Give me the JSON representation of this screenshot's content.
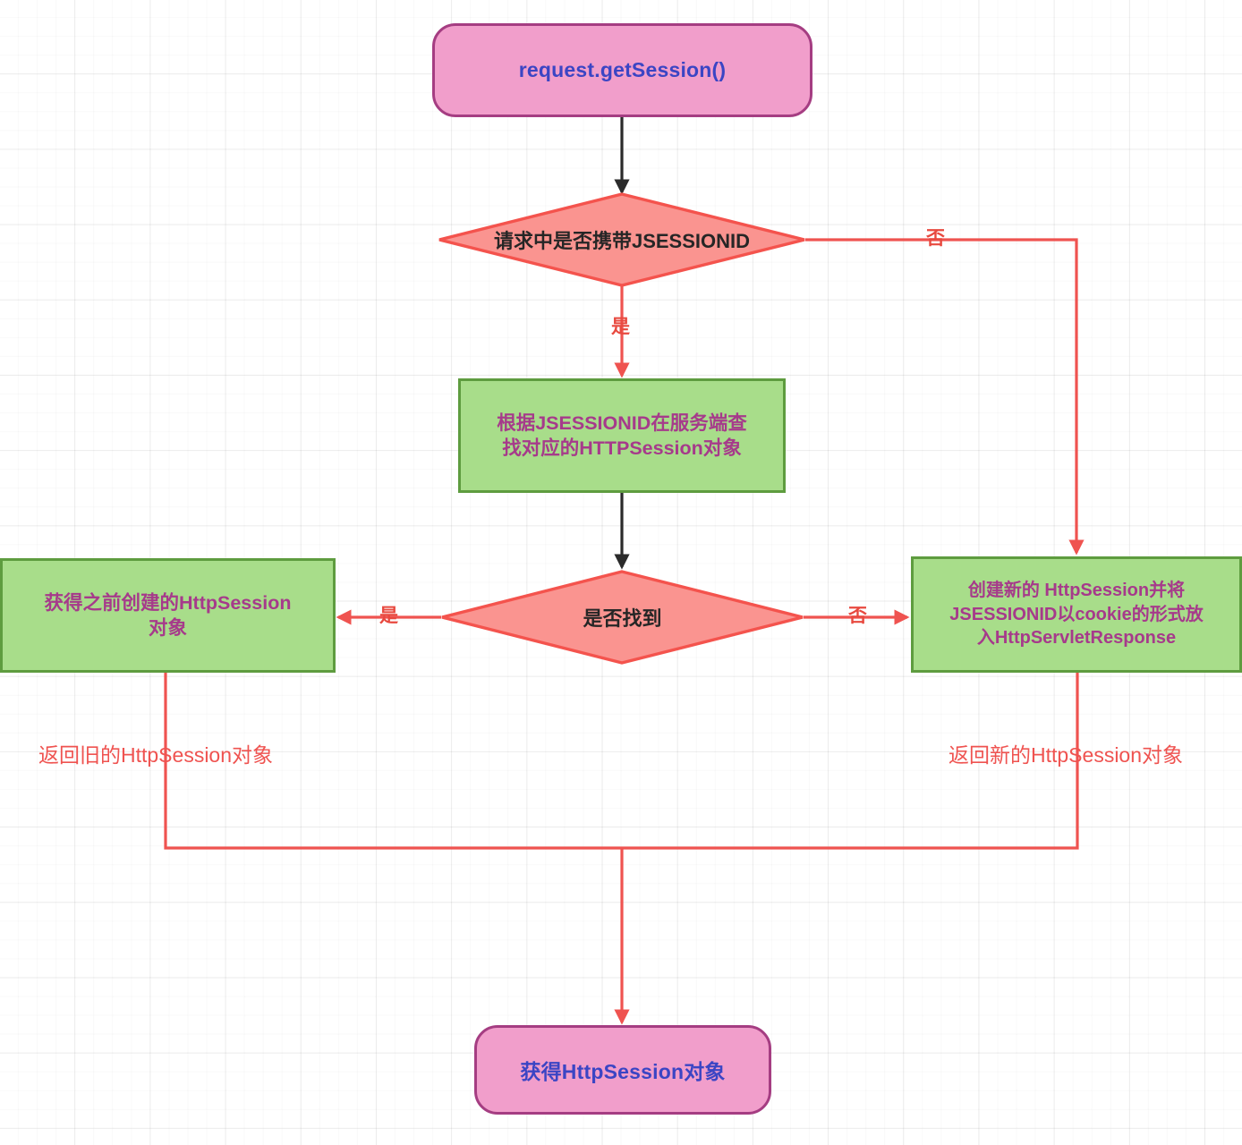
{
  "diagram": {
    "title_text": "request.getSession()",
    "type": "flowchart",
    "colors": {
      "terminal_fill": "#f19ecb",
      "terminal_border": "#a53d82",
      "terminal_text": "#3b45c4",
      "process_fill": "#a8dd8a",
      "process_border": "#5e9c3f",
      "process_text": "#a63a8b",
      "decision_fill": "#fa9490",
      "decision_border": "#f4534d",
      "decision_text": "#262626",
      "edge_red": "#ef5350",
      "edge_black": "#2b2b2b",
      "grid_line": "#e8e8e8",
      "background": "#ffffff"
    },
    "nodes": {
      "start": {
        "label": "request.getSession()",
        "shape": "terminal"
      },
      "decision_has_jsessionid": {
        "label": "请求中是否携带JSESSIONID",
        "shape": "decision"
      },
      "lookup_session": {
        "lines": [
          "根据JSESSIONID在服务端查",
          "找对应的HTTPSession对象"
        ],
        "shape": "process"
      },
      "decision_found": {
        "label": "是否找到",
        "shape": "decision"
      },
      "old_session": {
        "lines": [
          "获得之前创建的HttpSession",
          "对象"
        ],
        "shape": "process"
      },
      "new_session": {
        "lines": [
          "创建新的 HttpSession并将",
          "JSESSIONID以cookie的形式放",
          "入HttpServletResponse"
        ],
        "shape": "process"
      },
      "end": {
        "label": "获得HttpSession对象",
        "shape": "terminal"
      }
    },
    "edge_labels": {
      "yes_has_jsessionid": "是",
      "no_has_jsessionid": "否",
      "yes_found": "是",
      "no_found": "否",
      "return_old": "返回旧的HttpSession对象",
      "return_new": "返回新的HttpSession对象"
    }
  }
}
